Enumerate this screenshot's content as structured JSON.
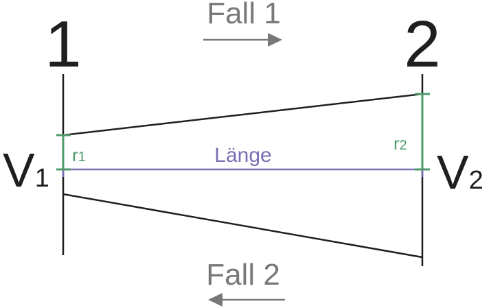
{
  "colors": {
    "outline": "#1f1f1f",
    "radius": "#4f9a6a",
    "length": "#7b6fb3",
    "flow": "#787878"
  },
  "sections": {
    "left": {
      "number": "1",
      "velocity_symbol": "V",
      "velocity_index": "1"
    },
    "right": {
      "number": "2",
      "velocity_symbol": "V",
      "velocity_index": "2"
    }
  },
  "radii": {
    "left": {
      "symbol": "r",
      "index": "1"
    },
    "right": {
      "symbol": "r",
      "index": "2"
    }
  },
  "length_label": "Länge",
  "flow_cases": [
    {
      "label": "Fall 1",
      "direction": "right"
    },
    {
      "label": "Fall 2",
      "direction": "left"
    }
  ]
}
